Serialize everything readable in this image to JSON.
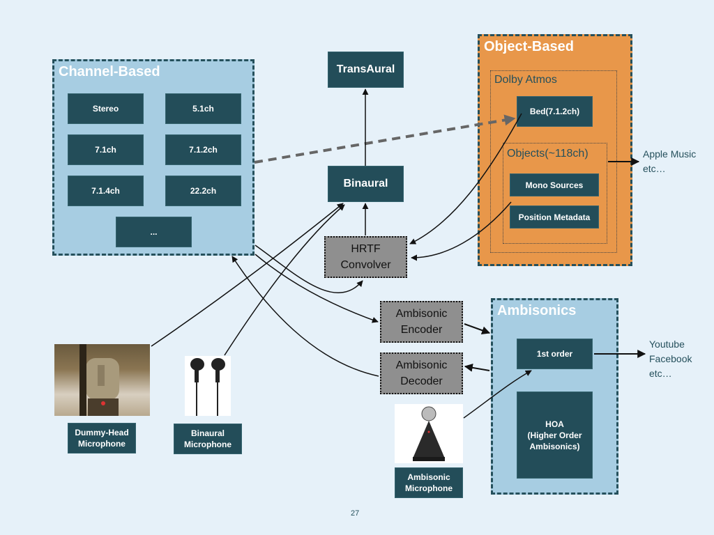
{
  "slide": {
    "page_number": "27",
    "background": "#e6f1f9"
  },
  "colors": {
    "node": "#234d59",
    "group_blue": "#a7cde2",
    "group_orange": "#e8974a",
    "processor": "#8f8f8f",
    "text_accent": "#25505c"
  },
  "channel_based": {
    "title": "Channel-Based",
    "formats": [
      "Stereo",
      "5.1ch",
      "7.1ch",
      "7.1.2ch",
      "7.1.4ch",
      "22.2ch",
      "..."
    ]
  },
  "object_based": {
    "title": "Object-Based",
    "dolby_atmos": {
      "title": "Dolby Atmos",
      "bed": "Bed(7.1.2ch)",
      "objects": {
        "title": "Objects(~118ch)",
        "items": [
          "Mono Sources",
          "Position Metadata"
        ]
      }
    }
  },
  "ambisonics": {
    "title": "Ambisonics",
    "first_order": "1st order",
    "hoa": "HOA\n(Higher Order\nAmbisonics)"
  },
  "center": {
    "transaural": "TransAural",
    "binaural": "Binaural",
    "hrtf": "HRTF\nConvolver",
    "encoder": "Ambisonic\nEncoder",
    "decoder": "Ambisonic\nDecoder"
  },
  "microphones": {
    "dummy_head": "Dummy-Head\nMicrophone",
    "binaural": "Binaural\nMicrophone",
    "ambisonic": "Ambisonic\nMicrophone"
  },
  "outputs": {
    "object": "Apple Music\netc…",
    "ambisonics": "Youtube\nFacebook\netc…"
  }
}
